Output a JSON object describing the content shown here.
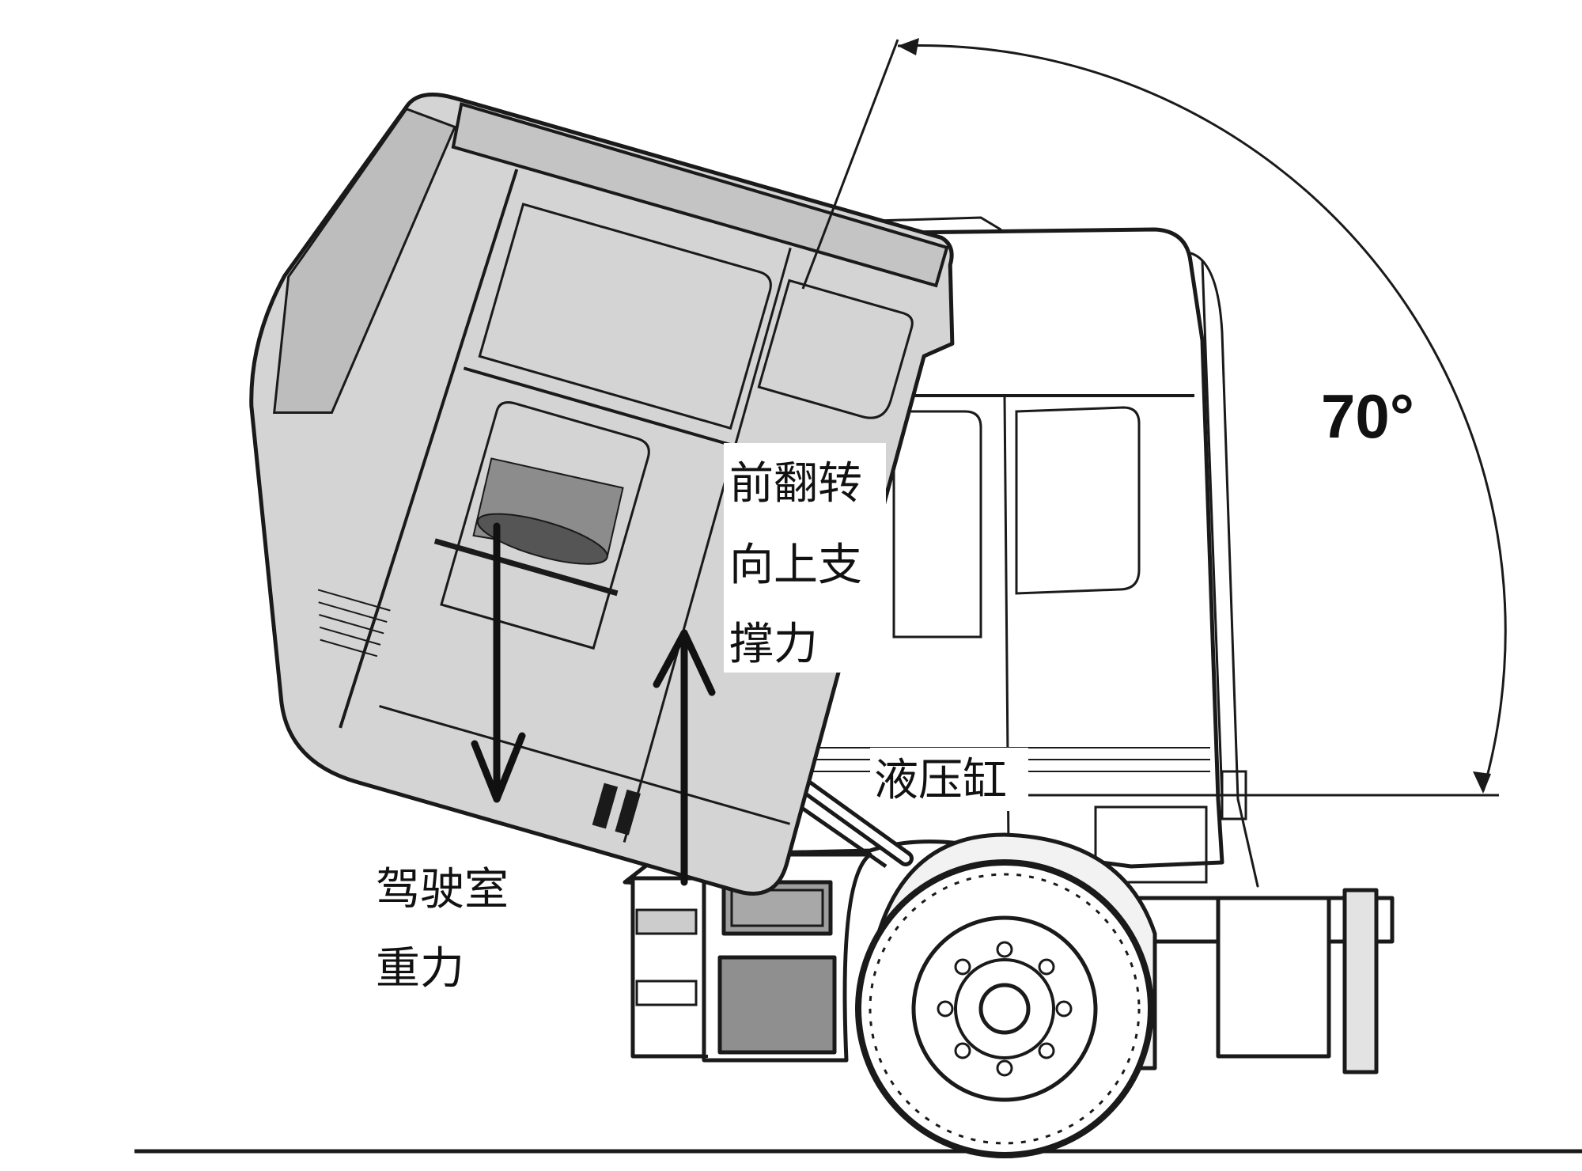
{
  "labels": {
    "angle": "70°",
    "front_flip_line1": "前翻转",
    "front_flip_line2": "向上支",
    "front_flip_line3": "撑力",
    "hydraulic_cylinder": "液压缸",
    "cab_line1": "驾驶室",
    "cab_line2": "重力"
  },
  "tilt_angle_deg": 70,
  "colors": {
    "cab_fill": "#d4d4d4",
    "cab_shade": "#bdbdbd",
    "outline": "#1a1a1a",
    "background": "#ffffff"
  }
}
